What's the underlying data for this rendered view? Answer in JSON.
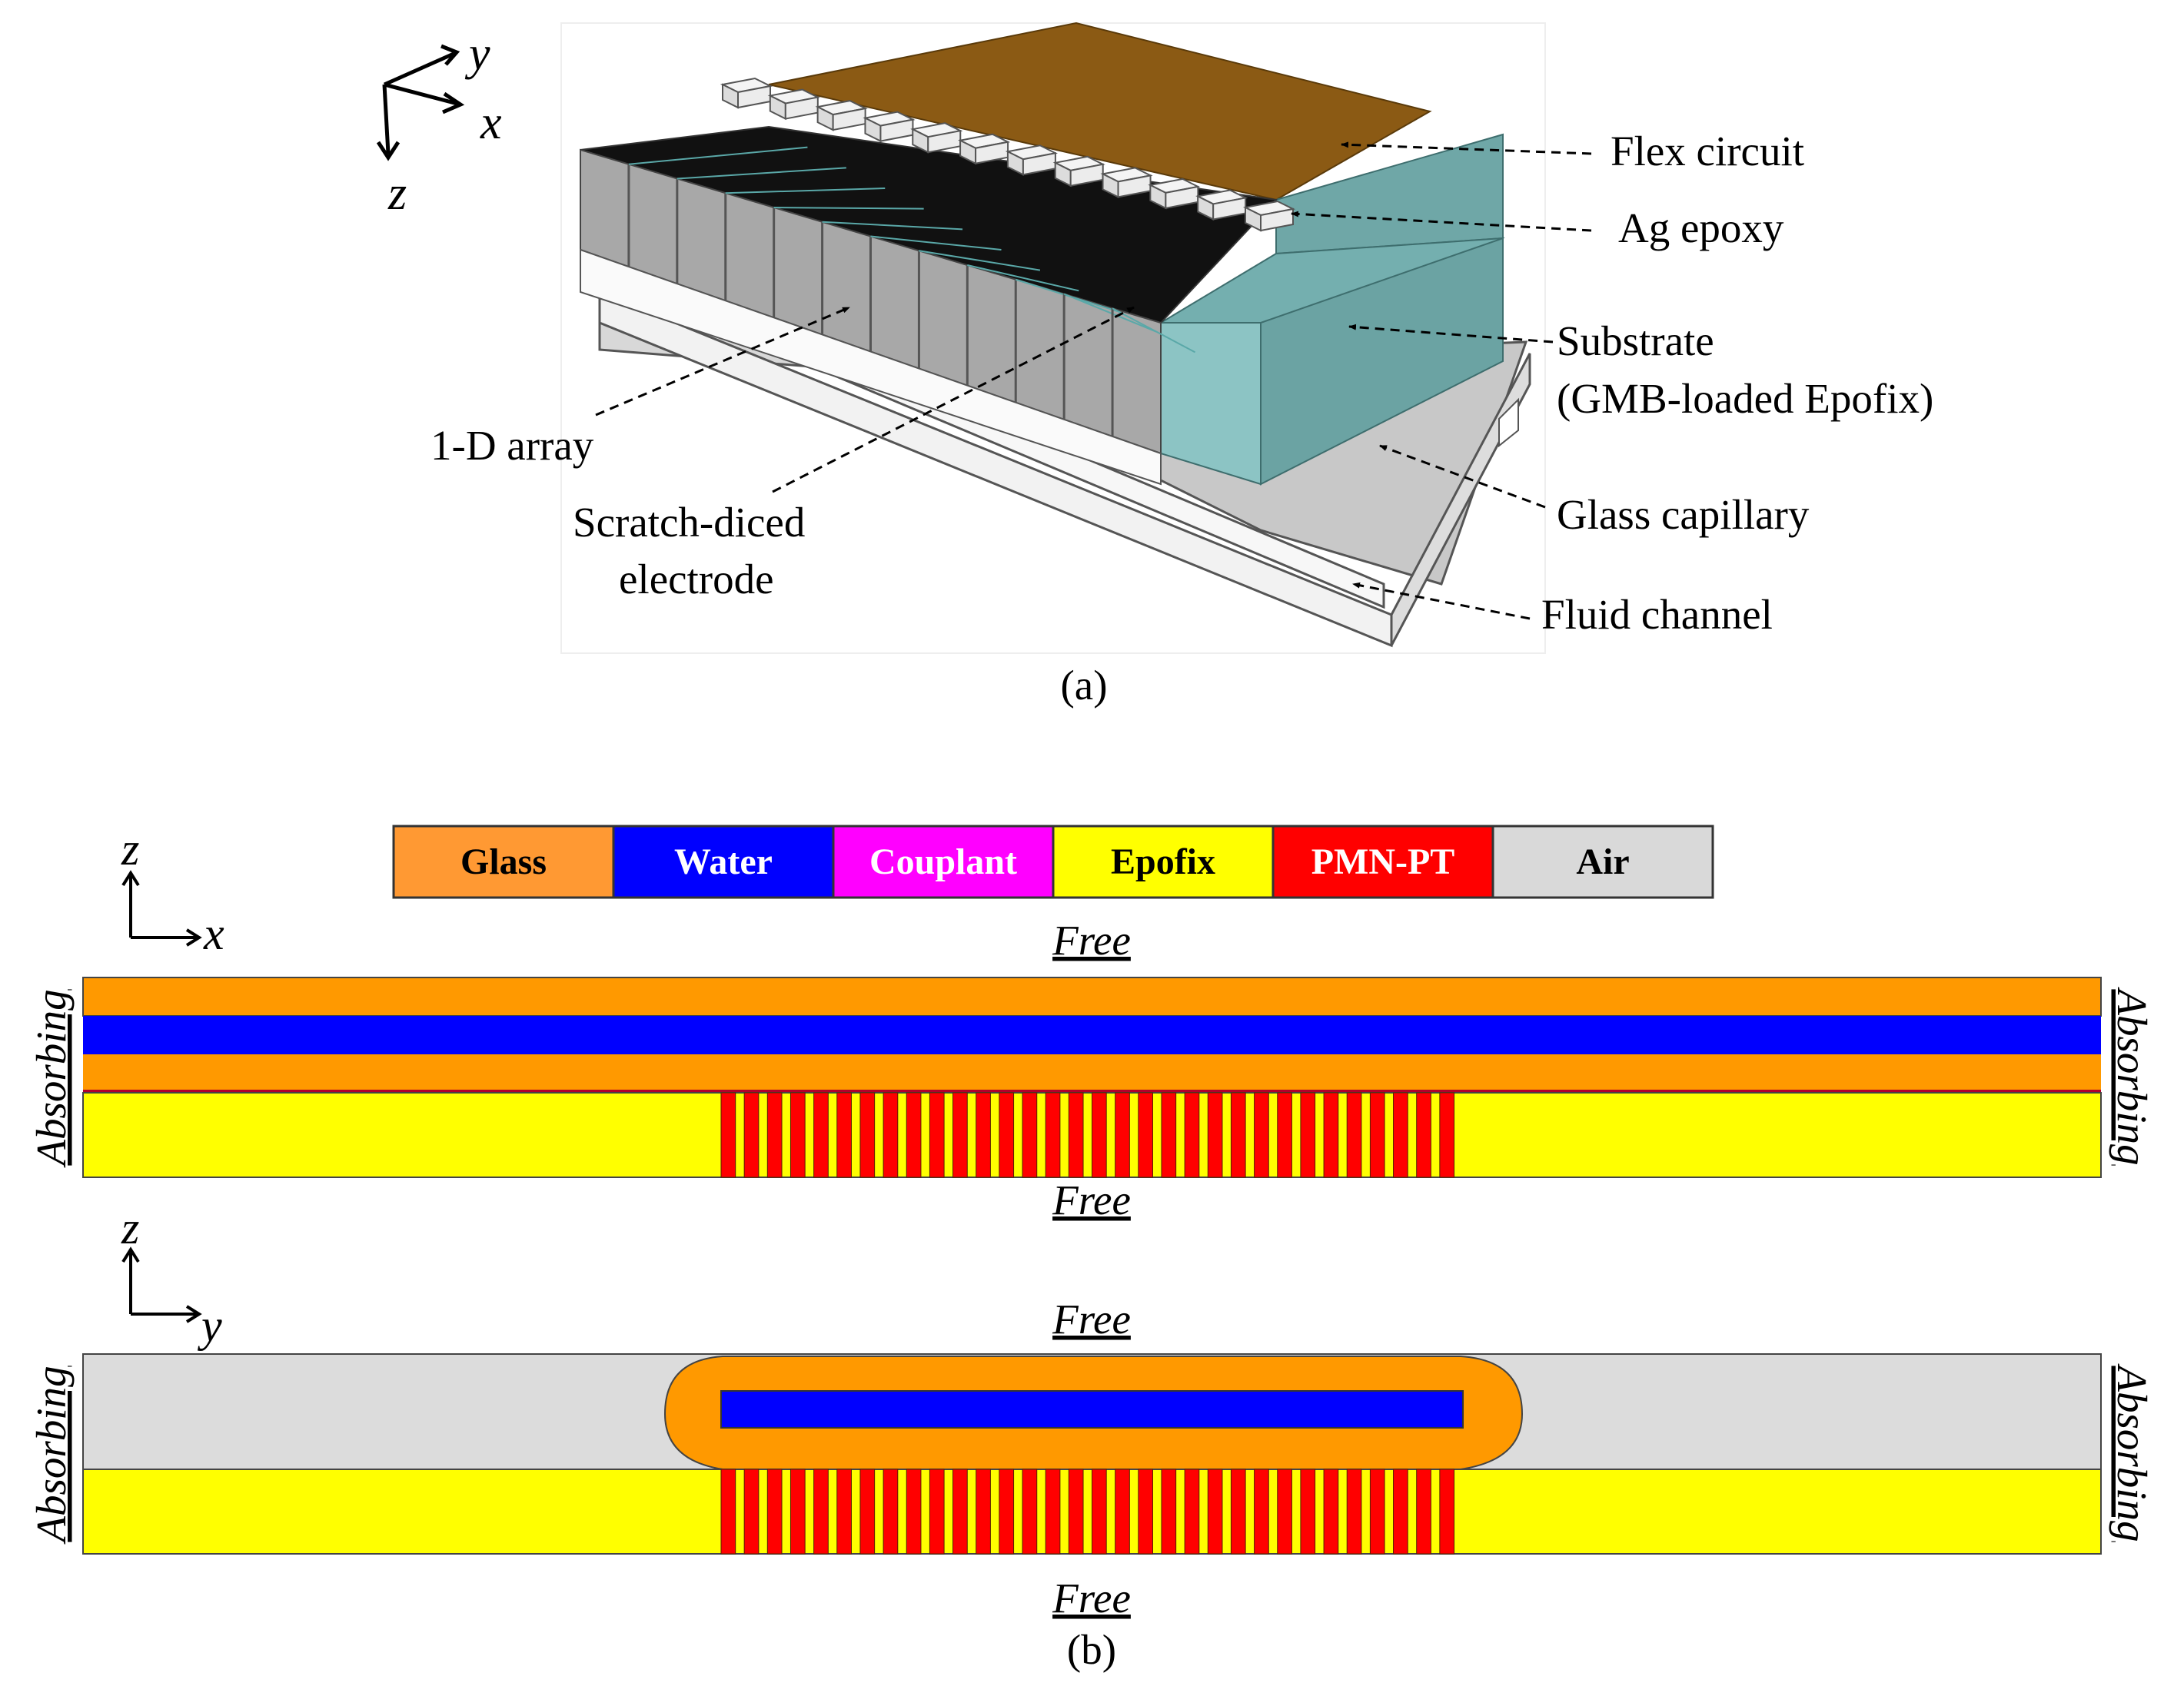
{
  "panel_a": {
    "axes": {
      "x": "x",
      "y": "y",
      "z": "z"
    },
    "labels": {
      "flex_circuit": "Flex circuit",
      "ag_epoxy": "Ag epoxy",
      "substrate_line1": "Substrate",
      "substrate_line2": "(GMB-loaded Epofix)",
      "array": "1-D array",
      "scratch_line1": "Scratch-diced",
      "scratch_line2": "electrode",
      "glass_capillary": "Glass capillary",
      "fluid_channel": "Fluid channel"
    },
    "caption": "(a)"
  },
  "legend": [
    {
      "label": "Glass",
      "color": "#FF9933",
      "text_color": "#000000"
    },
    {
      "label": "Water",
      "color": "#0000FF",
      "text_color": "#FFFFFF"
    },
    {
      "label": "Couplant",
      "color": "#FF00FF",
      "text_color": "#FFFFFF"
    },
    {
      "label": "Epofix",
      "color": "#FFFF00",
      "text_color": "#000000"
    },
    {
      "label": "PMN-PT",
      "color": "#FF0000",
      "text_color": "#FFFFFF"
    },
    {
      "label": "Air",
      "color": "#D9D9D9",
      "text_color": "#000000"
    }
  ],
  "panel_b": {
    "xz": {
      "axes": {
        "h": "x",
        "v": "z"
      },
      "top": "Free",
      "bottom": "Free",
      "left": "Absorbing",
      "right": "Absorbing"
    },
    "yz": {
      "axes": {
        "h": "y",
        "v": "z"
      },
      "top": "Free",
      "bottom": "Free",
      "left": "Absorbing",
      "right": "Absorbing"
    },
    "caption": "(b)"
  },
  "colors": {
    "glass": "#FF9933",
    "glass_band": "#FF9900",
    "water": "#0000FF",
    "epofix": "#FFFF00",
    "pmnpt": "#FF0000",
    "air": "#DCDCDC",
    "flex": "#8B5A14",
    "substrate": "#7FB8B8",
    "element_top": "#141414",
    "element_side": "#A8A8A8"
  }
}
